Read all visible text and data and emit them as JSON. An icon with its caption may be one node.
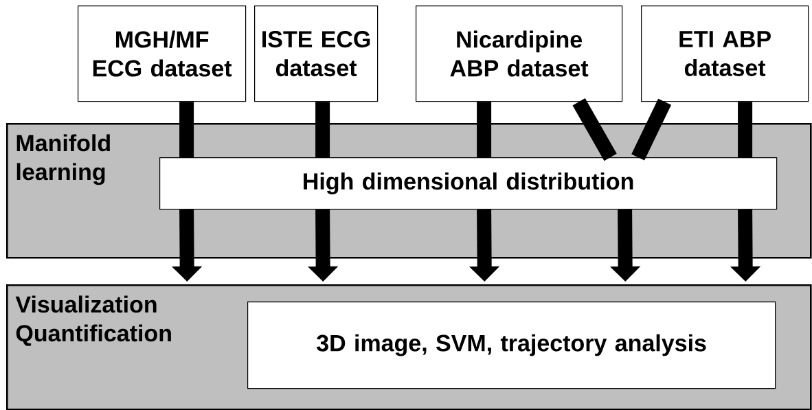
{
  "diagram": {
    "nodes": [
      {
        "text": [
          "MGH/MF ECG dataset"
        ]
      },
      {
        "text": [
          "ISTE ECG dataset"
        ]
      },
      {
        "text": [
          "Nicardipine ABP dataset"
        ]
      },
      {
        "text": [
          "ETI ABP dataset"
        ]
      },
      {
        "text": [
          "Manifold learning"
        ]
      },
      {
        "text": [
          "High dimensional distribution"
        ],
        "in": 4
      },
      {
        "text": [
          "Visualization Quantification"
        ]
      },
      {
        "text": [
          "3D image, SVM, trajectory analysis"
        ],
        "in": 6
      }
    ],
    "edges": [
      {
        "from": 0,
        "to": 5,
        "arrow": "none"
      },
      {
        "from": 1,
        "to": 5,
        "arrow": "none"
      },
      {
        "from": 2,
        "to": 5,
        "arrow": "none"
      },
      {
        "from": 2,
        "to": 5,
        "arrow": "none"
      },
      {
        "from": 3,
        "to": 5,
        "arrow": "none"
      },
      {
        "from": 3,
        "to": 5,
        "arrow": "none"
      },
      {
        "from": 5,
        "to": 6,
        "arrow": "to"
      },
      {
        "from": 5,
        "to": 6,
        "arrow": "to"
      },
      {
        "from": 5,
        "to": 6,
        "arrow": "to"
      },
      {
        "from": 5,
        "to": 6,
        "arrow": "to"
      },
      {
        "from": 5,
        "to": 6,
        "arrow": "to"
      }
    ]
  }
}
